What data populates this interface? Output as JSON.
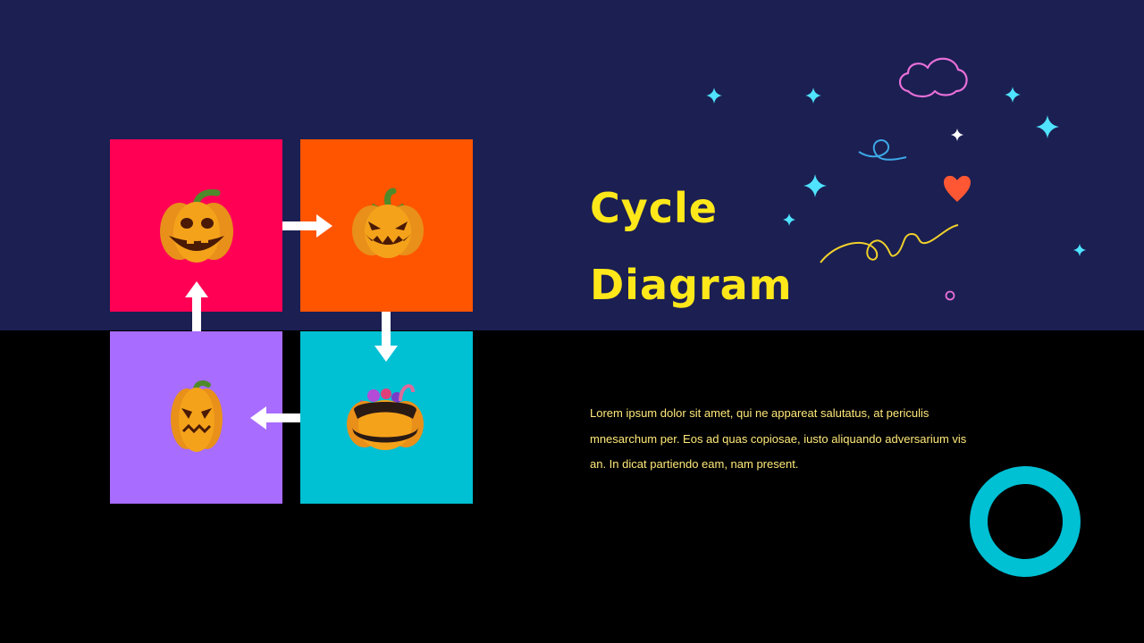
{
  "slide": {
    "title_line1": "Cycle",
    "title_line2": "Diagram",
    "body": "Lorem ipsum dolor sit amet, qui ne appareat salutatus, at periculis mnesarchum per. Eos ad quas copiosae, iusto aliquando adversarium vis an. In dicat partiendo eam, nam present."
  },
  "cycle": {
    "steps": [
      {
        "position": "top-left",
        "icon": "smiling-jack-o-lantern-icon",
        "color": "#ff0055"
      },
      {
        "position": "top-right",
        "icon": "grinning-jack-o-lantern-icon",
        "color": "#ff5500"
      },
      {
        "position": "bottom-right",
        "icon": "candy-pumpkin-bucket-icon",
        "color": "#00c0d4"
      },
      {
        "position": "bottom-left",
        "icon": "scared-jack-o-lantern-icon",
        "color": "#a86cff"
      }
    ],
    "flow": [
      "right",
      "down",
      "left",
      "up"
    ]
  },
  "colors": {
    "top_band": "#1b1f52",
    "background": "#000000",
    "title": "#ffe81a",
    "body_text": "#ffe97a",
    "pumpkin": "#f5a21b",
    "ring": "#00c0d4"
  },
  "decorations": [
    "sparkle-icon",
    "cloud-icon",
    "heart-icon",
    "squiggle-icon",
    "ring-icon"
  ]
}
